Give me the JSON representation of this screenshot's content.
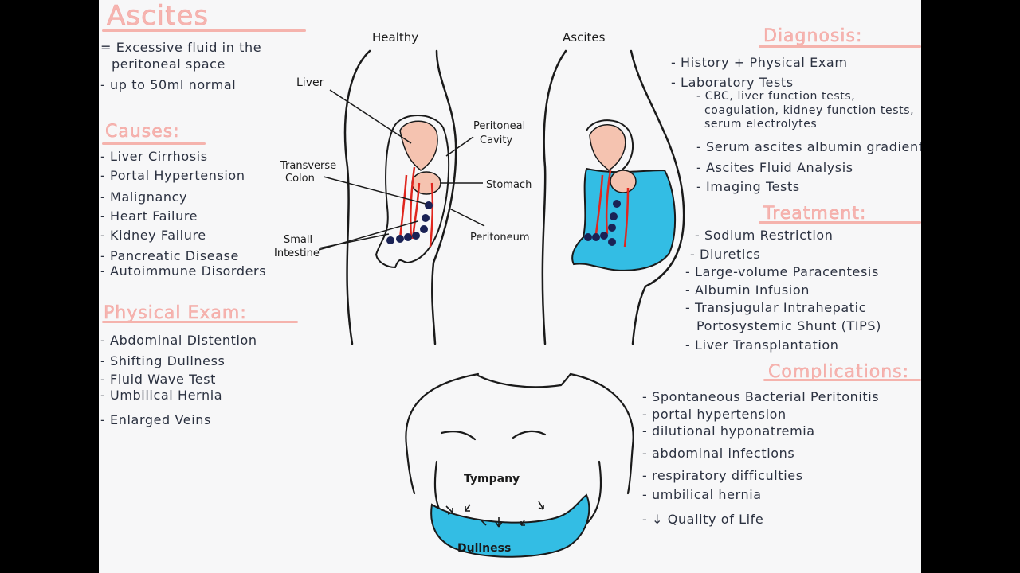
{
  "title": "Ascites",
  "definition": [
    "= Excessive fluid in the",
    "peritoneal space",
    "- up to 50ml normal"
  ],
  "causes": {
    "title": "Causes:",
    "items": [
      "- Liver Cirrhosis",
      "- Portal Hypertension",
      "- Malignancy",
      "- Heart Failure",
      "- Kidney Failure",
      "- Pancreatic Disease",
      "- Autoimmune Disorders"
    ]
  },
  "physical_exam": {
    "title": "Physical Exam:",
    "items": [
      "- Abdominal Distention",
      "- Shifting Dullness",
      "- Fluid Wave Test",
      "- Umbilical Hernia",
      "- Enlarged Veins"
    ]
  },
  "diagrams": {
    "healthy_label": "Healthy",
    "ascites_label": "Ascites",
    "labels": {
      "liver": "Liver",
      "transverse_colon": "Transverse\nColon",
      "small_intestine": "Small\nIntestine",
      "peritoneal_cavity": "Peritoneal\nCavity",
      "stomach": "Stomach",
      "peritoneum": "Peritoneum"
    },
    "tympany": "Tympany",
    "dullness": "Dullness"
  },
  "diagnosis": {
    "title": "Diagnosis:",
    "items": [
      "- History + Physical Exam",
      "- Laboratory Tests",
      "- Serum ascites albumin gradient",
      "- Ascites Fluid Analysis",
      "- Imaging Tests"
    ],
    "lab_detail": [
      "- CBC, liver function tests,",
      "coagulation, kidney function tests,",
      "serum electrolytes"
    ]
  },
  "treatment": {
    "title": "Treatment:",
    "items": [
      "- Sodium Restriction",
      "- Diuretics",
      "- Large-volume Paracentesis",
      "- Albumin Infusion",
      "- Transjugular Intrahepatic",
      "Portosystemic Shunt (TIPS)",
      "- Liver Transplantation"
    ]
  },
  "complications": {
    "title": "Complications:",
    "items": [
      "- Spontaneous Bacterial Peritonitis",
      "- portal hypertension",
      "- dilutional hyponatremia",
      "- abdominal infections",
      "- respiratory difficulties",
      "- umbilical hernia",
      "- ↓ Quality of Life"
    ]
  },
  "colors": {
    "heading": "#f6b4b0",
    "fluid": "#33bde4",
    "liver": "#f5c3b0",
    "vessel": "#e0261e",
    "intestine": "#1a2255",
    "ink": "#1f2430"
  }
}
